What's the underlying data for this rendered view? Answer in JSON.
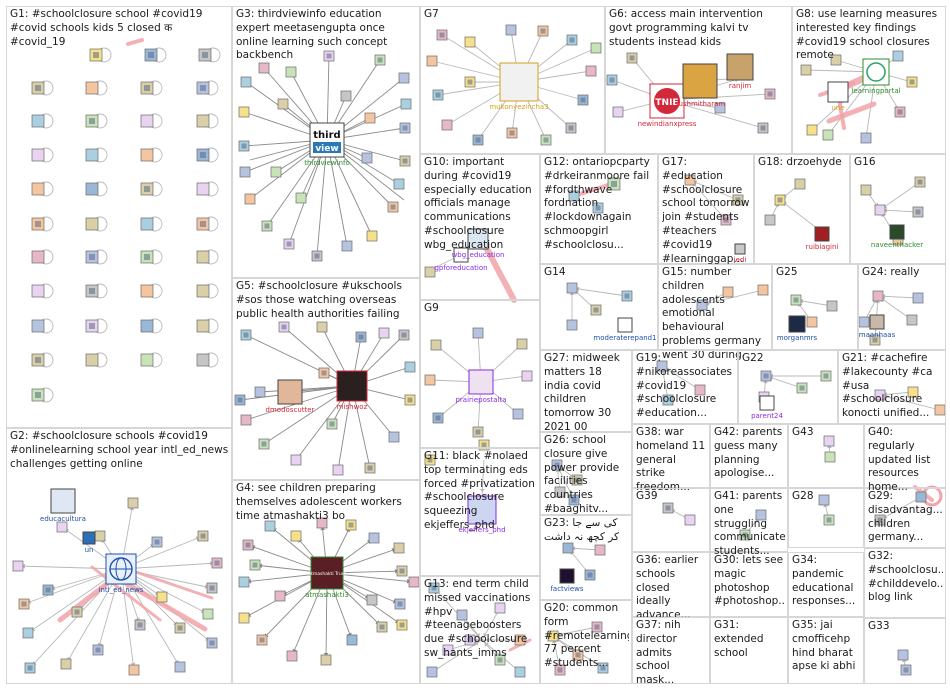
{
  "colors": {
    "edge": "#b8b8b8",
    "edge_dark": "#8a8a8a",
    "edge_highlight": "#f2a3a9",
    "panel_border": "#d6d6d6",
    "node_fill": "#cfd7ec",
    "node_stroke": "#6c7a96",
    "label_red": "#d1283a",
    "label_green": "#2e8b2e",
    "label_purple": "#8a2be2",
    "label_blue": "#2050a8",
    "label_dark": "#222222"
  },
  "groups": [
    {
      "id": "G1",
      "label": "G1: #schoolclosure school #covid19 #covid schools kids 5 closed क #covid_19"
    },
    {
      "id": "G2",
      "label": "G2: #schoolclosure schools #covid19 #onlinelearning school year intl_ed_news challenges getting online"
    },
    {
      "id": "G3",
      "label": "G3: thirdviewinfo education expert meetasengupta once online learning such concept backbench"
    },
    {
      "id": "G4",
      "label": "G4: see children preparing themselves adolescent workers time atmashakti3 bo"
    },
    {
      "id": "G5",
      "label": "G5: #schoolclosure #ukschools #sos those watching overseas public health authorities failing"
    },
    {
      "id": "G6",
      "label": "G6: access main intervention govt programming kalvi tv students instead kids"
    },
    {
      "id": "G7",
      "label": "G7"
    },
    {
      "id": "G8",
      "label": "G8: use learning measures interested key findings #covid19 school closures remote"
    },
    {
      "id": "G9",
      "label": "G9"
    },
    {
      "id": "G10",
      "label": "G10: important during #covid19 especially education officials manage communications #schoolclosure wbg_education"
    },
    {
      "id": "G11",
      "label": "G11: black #nolaed top terminating eds forced #privatization #schoolclosure squeezing ekjeffers_phd"
    },
    {
      "id": "G12",
      "label": "G12: ontariopcparty #drkeiranmoore fail #fordthwave fordnation #lockdownagain schmoopgirl #schoolclosu..."
    },
    {
      "id": "G13",
      "label": "G13: end term child missed vaccinations #hpv #teenageboosters due #schoolclosure sw_hants_imms"
    },
    {
      "id": "G14",
      "label": "G14"
    },
    {
      "id": "G15",
      "label": "G15: number children adolescents emotional behavioural problems germany went 30 during"
    },
    {
      "id": "G16",
      "label": "G16"
    },
    {
      "id": "G17",
      "label": "G17: #education #schoolclosure school tomorrow join #students #teachers #covid19 #learninggap..."
    },
    {
      "id": "G18",
      "label": "G18: drzoehyde"
    },
    {
      "id": "G19",
      "label": "G19: #nikoreassociates #covid19 #schoolclosure #education..."
    },
    {
      "id": "G20",
      "label": "G20: common form #remotelearning 77 percent #students..."
    },
    {
      "id": "G21",
      "label": "G21: #cachefire #lakecounty #ca #usa #schoolclosure konocti unified..."
    },
    {
      "id": "G22",
      "label": "G22"
    },
    {
      "id": "G23",
      "label": "G23: کی سے جا کر کچھ نہ داشت"
    },
    {
      "id": "G24",
      "label": "G24: really"
    },
    {
      "id": "G25",
      "label": "G25"
    },
    {
      "id": "G26",
      "label": "G26: school closure give power provide facilities countries #baaghitv..."
    },
    {
      "id": "G27",
      "label": "G27: midweek matters 18 india covid children tomorrow 30 2021 00"
    },
    {
      "id": "G28",
      "label": "G28"
    },
    {
      "id": "G29",
      "label": "G29: disadvantag... children germany..."
    },
    {
      "id": "G30",
      "label": "G30: lets see magic photoshop #photoshop..."
    },
    {
      "id": "G31",
      "label": "G31: extended school"
    },
    {
      "id": "G32",
      "label": "G32: #schoolclosu... #childdevelo... blog link"
    },
    {
      "id": "G33",
      "label": "G33"
    },
    {
      "id": "G34",
      "label": "G34: pandemic educational responses..."
    },
    {
      "id": "G35",
      "label": "G35: jai cmofficehp hind bharat apse ki abhi"
    },
    {
      "id": "G36",
      "label": "G36: earlier schools closed ideally advance..."
    },
    {
      "id": "G37",
      "label": "G37: nih director admits school mask..."
    },
    {
      "id": "G38",
      "label": "G38: war homeland 11 general strike freedom..."
    },
    {
      "id": "G39",
      "label": "G39"
    },
    {
      "id": "G40",
      "label": "G40: regularly updated list resources home..."
    },
    {
      "id": "G41",
      "label": "G41: parents one struggling communicate students..."
    },
    {
      "id": "G42",
      "label": "G42: parents guess many planning apologise..."
    },
    {
      "id": "G43",
      "label": "G43"
    }
  ],
  "hubs": [
    {
      "name": "thirdviewinfo",
      "logo_line1": "third",
      "logo_line2": "view",
      "color": "#2e8b2e"
    },
    {
      "name": "intl_ed_news",
      "color": "#2050a8"
    },
    {
      "name": "atmashakti3",
      "logo_text": "Atmashakti Trust",
      "color": "#2e8b2e"
    },
    {
      "name": "mishwoz",
      "color": "#d1283a"
    },
    {
      "name": "dmodoscutter",
      "color": "#d1283a"
    },
    {
      "name": "mukonyezincha3",
      "color": "#d4a020"
    },
    {
      "name": "newindianxpress",
      "logo_text": "TNIE",
      "color": "#d1283a"
    },
    {
      "name": "sushmitharam",
      "color": "#d1283a"
    },
    {
      "name": "ranjim",
      "color": "#d1283a"
    },
    {
      "name": "learningportal",
      "logo_text": "Learning Portal",
      "color": "#2e8b2e"
    },
    {
      "name": "une",
      "color": "#d4a020"
    },
    {
      "name": "gpforeducation",
      "color": "#8a2be2"
    },
    {
      "name": "wbg_education",
      "color": "#8a2be2"
    },
    {
      "name": "prairiepostalta",
      "color": "#8a2be2"
    },
    {
      "name": "ekjeffers_phd",
      "color": "#8a2be2"
    },
    {
      "name": "educacultura",
      "color": "#2050a8"
    },
    {
      "name": "un",
      "color": "#2050a8"
    },
    {
      "name": "ruibiagini",
      "color": "#d1283a"
    },
    {
      "name": "naveenthacker",
      "color": "#2e8b2e"
    },
    {
      "name": "moderaterepand1",
      "color": "#2050a8"
    },
    {
      "name": "morganmrs",
      "color": "#2050a8"
    },
    {
      "name": "maanhaas",
      "color": "#2050a8"
    },
    {
      "name": "parent24",
      "color": "#8a2be2"
    },
    {
      "name": "factviews",
      "color": "#2050a8"
    },
    {
      "name": "jedi",
      "color": "#d1283a"
    }
  ]
}
